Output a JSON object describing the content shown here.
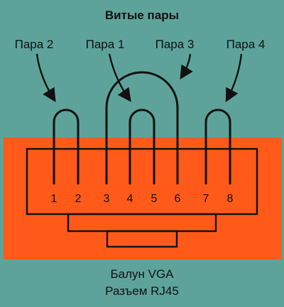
{
  "title": "Витые пары",
  "pairs": [
    {
      "label": "Пара 2"
    },
    {
      "label": "Пара 1"
    },
    {
      "label": "Пара 3"
    },
    {
      "label": "Пара 4"
    }
  ],
  "pins": [
    "1",
    "2",
    "3",
    "4",
    "5",
    "6",
    "7",
    "8"
  ],
  "caption": {
    "line1": "Балун VGA",
    "line2": "Разъем RJ45"
  },
  "colors": {
    "background": "#5ea39a",
    "connector": "#ff5a1a",
    "lines": "#111111"
  }
}
